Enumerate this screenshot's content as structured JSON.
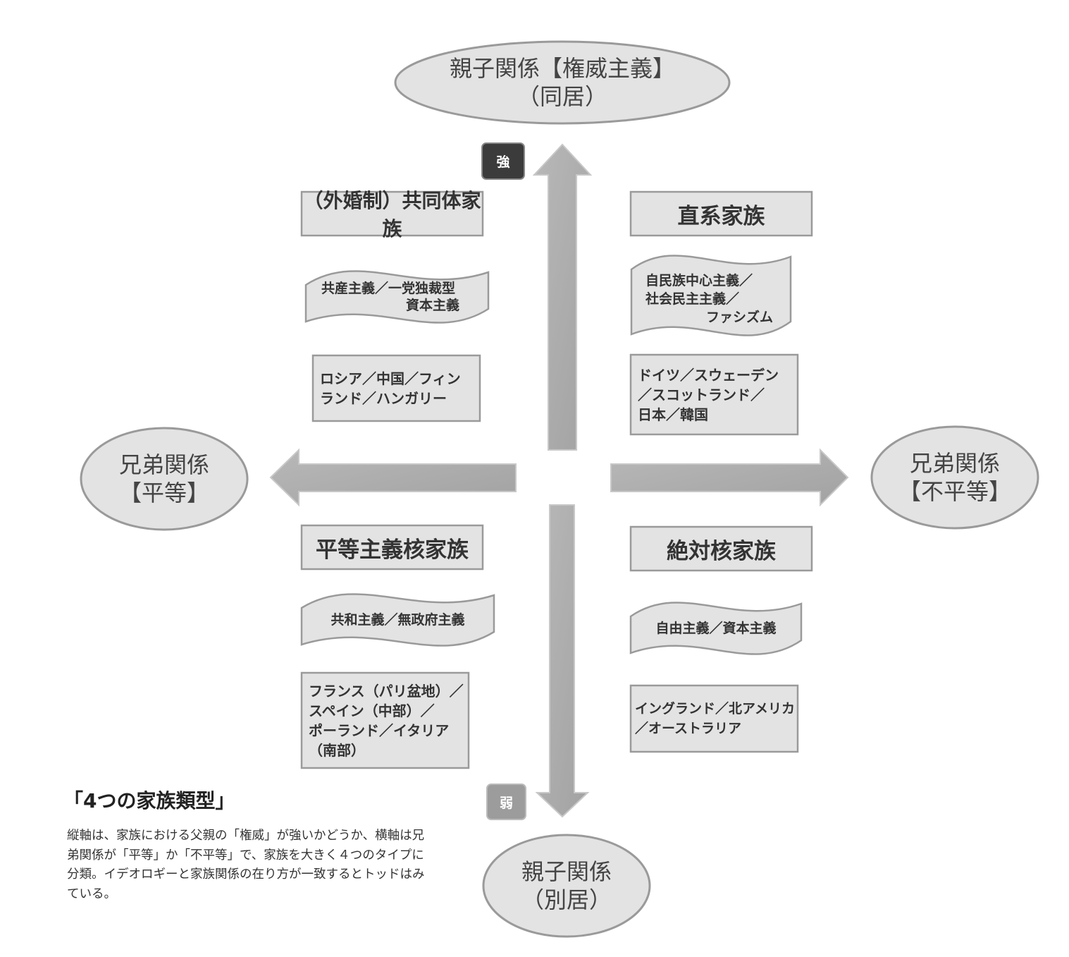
{
  "axes": {
    "top": {
      "line1": "親子関係【権威主義】",
      "line2": "（同居）"
    },
    "bottom": {
      "line1": "親子関係",
      "line2": "（別居）"
    },
    "left": {
      "line1": "兄弟関係",
      "line2": "【平等】"
    },
    "right": {
      "line1": "兄弟関係",
      "line2": "【不平等】"
    },
    "strong_label": "強",
    "weak_label": "弱"
  },
  "quadrants": {
    "top_left": {
      "title": "（外婚制）共同体家族",
      "ideology_line1": "共産主義／一党独裁型",
      "ideology_line2": "資本主義",
      "countries_line1": "ロシア／中国／フィン",
      "countries_line2": "ランド／ハンガリー"
    },
    "top_right": {
      "title": "直系家族",
      "ideology_line1": "自民族中心主義／",
      "ideology_line2": "社会民主主義／",
      "ideology_line3": "ファシズム",
      "countries_line1": "ドイツ／スウェーデン",
      "countries_line2": "／スコットランド／",
      "countries_line3": "日本／韓国"
    },
    "bottom_left": {
      "title": "平等主義核家族",
      "ideology_line1": "共和主義／無政府主義",
      "countries_line1": "フランス（パリ盆地）／",
      "countries_line2": "スペイン（中部）／",
      "countries_line3": "ポーランド／イタリア",
      "countries_line4": "（南部）"
    },
    "bottom_right": {
      "title": "絶対核家族",
      "ideology_line1": "自由主義／資本主義",
      "countries_line1": "イングランド／北アメリカ",
      "countries_line2": "／オーストラリア"
    }
  },
  "caption": {
    "title": "「4つの家族類型」",
    "body": "縦軸は、家族における父親の「権威」が強いかどうか、横軸は兄弟関係が「平等」か「不平等」で、家族を大きく４つのタイプに分類。イデオロギーと家族関係の在り方が一致するとトッドはみている。"
  },
  "colors": {
    "fill": "#e3e3e3",
    "stroke": "#9a9a9a",
    "arrow": "#aaaaaa",
    "strong_badge": "#3b3b3b",
    "weak_badge": "#9c9c9c"
  }
}
